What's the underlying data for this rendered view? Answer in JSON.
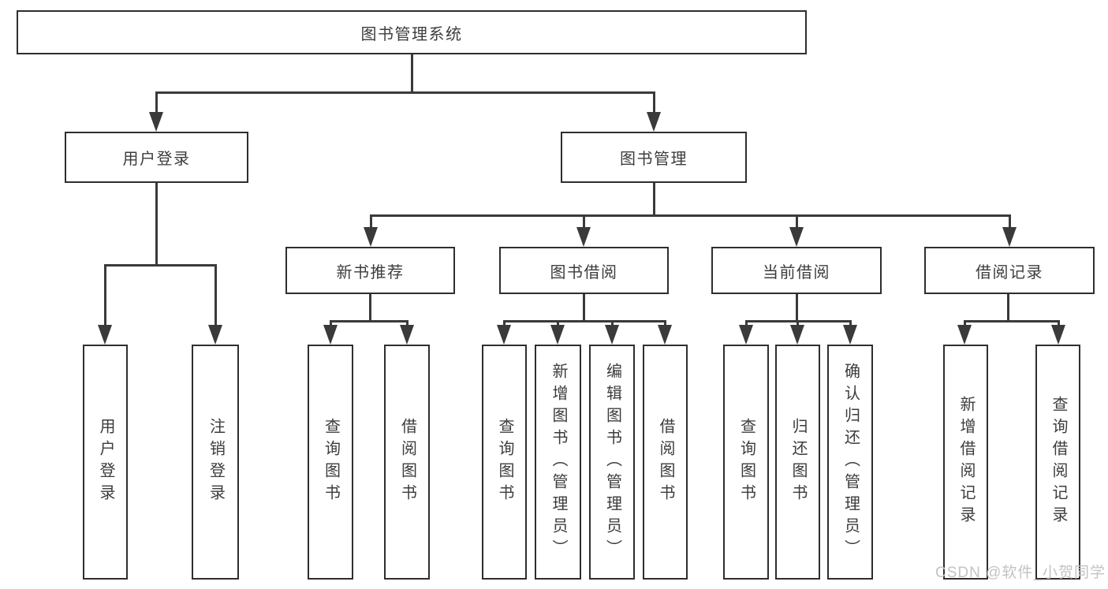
{
  "tree": {
    "root": {
      "label": "图书管理系统"
    },
    "branches": [
      {
        "label": "用户登录",
        "children": [
          {
            "label": "用户登录"
          },
          {
            "label": "注销登录"
          }
        ]
      },
      {
        "label": "图书管理",
        "groups": [
          {
            "label": "新书推荐",
            "children": [
              {
                "label": "查询图书"
              },
              {
                "label": "借阅图书"
              }
            ]
          },
          {
            "label": "图书借阅",
            "children": [
              {
                "label": "查询图书"
              },
              {
                "label": "新增图书（管理员）"
              },
              {
                "label": "编辑图书（管理员）"
              },
              {
                "label": "借阅图书"
              }
            ]
          },
          {
            "label": "当前借阅",
            "children": [
              {
                "label": "查询图书"
              },
              {
                "label": "归还图书"
              },
              {
                "label": "确认归还（管理员）"
              }
            ]
          },
          {
            "label": "借阅记录",
            "children": [
              {
                "label": "新增借阅记录"
              },
              {
                "label": "查询借阅记录"
              }
            ]
          }
        ]
      }
    ]
  },
  "watermark": {
    "text": "CSDN @软件_小贺同学"
  },
  "colors": {
    "line": "#3a3a3a",
    "border": "#2e2e2e",
    "text": "#3c3c3c",
    "watermark": "#c5c2c2",
    "background": "#ffffff"
  }
}
